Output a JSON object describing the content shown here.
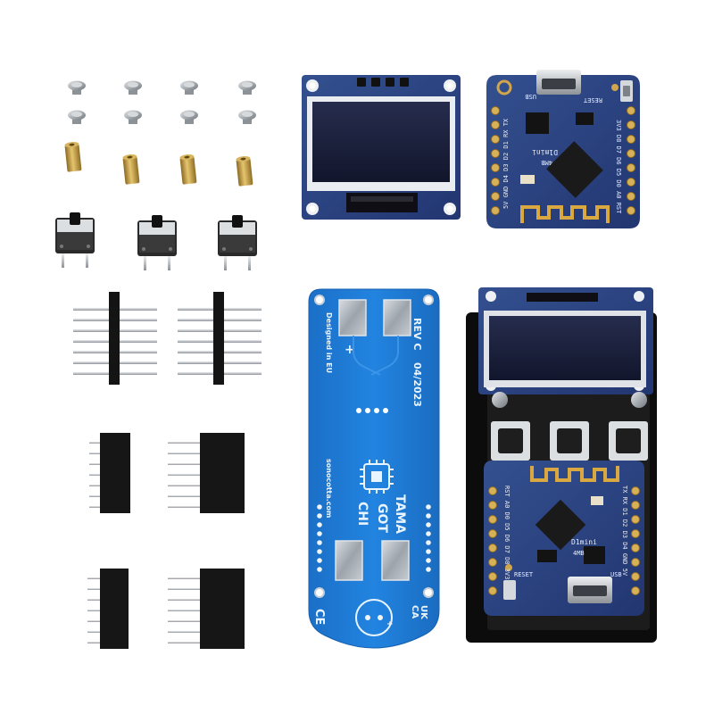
{
  "scene": {
    "description_colors": {
      "background": "#ffffff",
      "pcb_blue": "#1f7ad6",
      "board_navy": "#2a3f7a",
      "oled_glass": "#1a1f3a",
      "brass": "#c9a34a",
      "steel": "#a9aeb3",
      "header_black": "#141414"
    }
  },
  "carrier_pcb": {
    "revision": "REV C",
    "date": "04/2023",
    "designed": "Designed in EU",
    "website": "sonocotta.com",
    "logo_line1": "TAMA",
    "logo_line2": "GOT",
    "logo_line3": "CHI",
    "plus_mark": "+",
    "ce_mark": "CE",
    "ukca_mark_1": "UK",
    "ukca_mark_2": "CA"
  },
  "d1_mini_board": {
    "reset_label": "RESET",
    "usb_label": "USB",
    "pins_left": "5V GND D4 D3 D2 D1 RX TX",
    "pins_right": "3V3 D8 D7 D6 D5 D0 A0 RST",
    "model_label": "D1mini",
    "flash_label": "4MB"
  },
  "assembled_d1_mini": {
    "reset_label": "RESET",
    "usb_label": "USB",
    "model_label": "D1mini",
    "flash_label": "4MB",
    "pins_left": "TX RX D1 D2 D3 D4 GND 5V",
    "pins_right": "RST A0 D0 D5 D6 D7 D8 3V3"
  }
}
